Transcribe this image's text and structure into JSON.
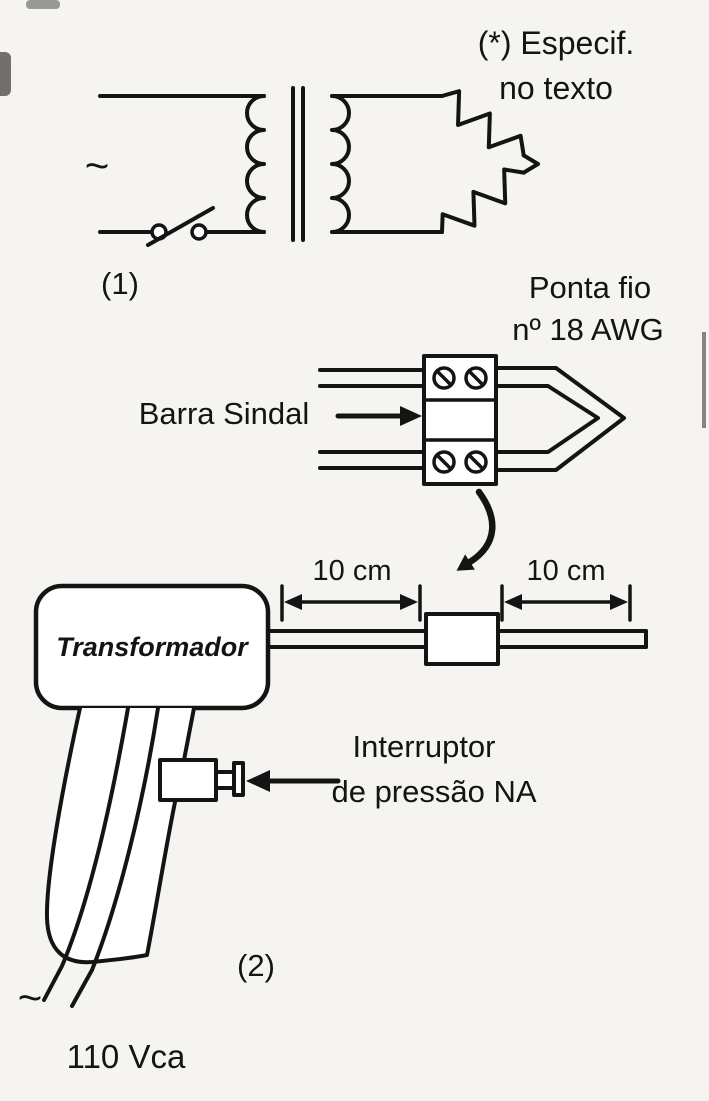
{
  "palette": {
    "ink": "#141414",
    "paper": "#f5f4f1"
  },
  "figure1": {
    "ac_symbol": "~",
    "note_line1": "(*) Especif.",
    "note_line2": "no texto",
    "label": "(1)"
  },
  "detail": {
    "tip_label_line1": "Ponta fio",
    "tip_label_line2": "nº 18 AWG",
    "bar_label": "Barra Sindal"
  },
  "figure2": {
    "body_label": "Transformador",
    "dim_left": "10 cm",
    "dim_right": "10 cm",
    "switch_label_line1": "Interruptor",
    "switch_label_line2": "de pressão NA",
    "label": "(2)",
    "ac_symbol": "~",
    "supply_label": "110 Vca"
  }
}
